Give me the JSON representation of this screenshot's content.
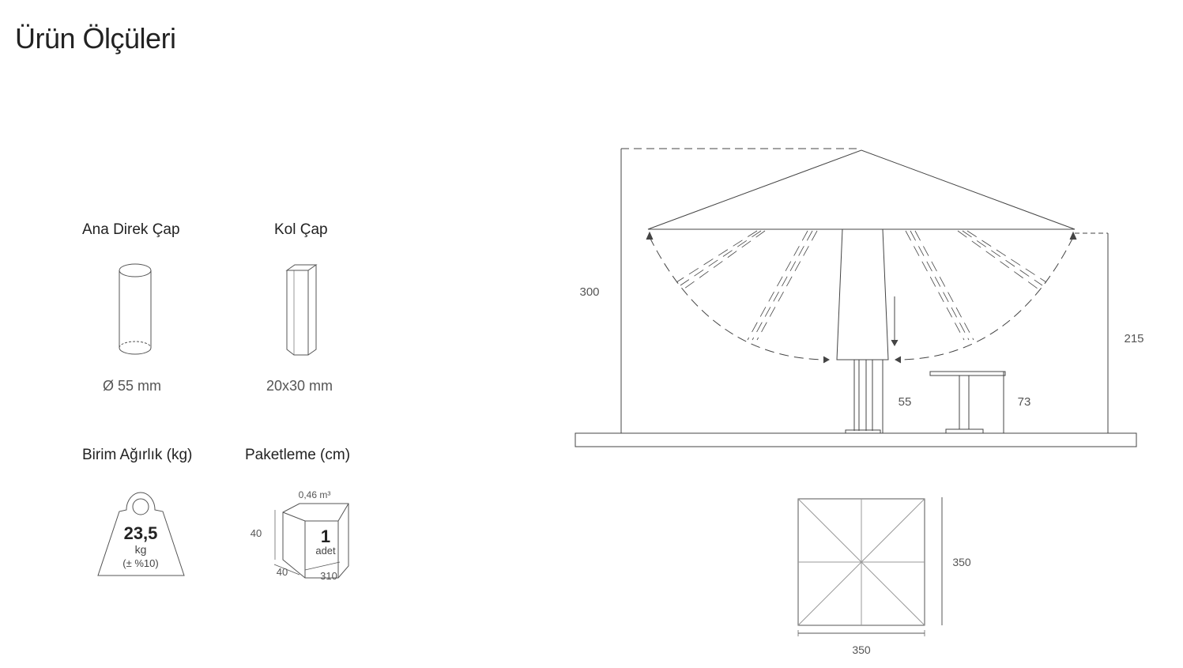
{
  "page": {
    "title": "Ürün Ölçüleri"
  },
  "specs": {
    "pole_diameter": {
      "label": "Ana Direk Çap",
      "value": "Ø 55 mm"
    },
    "arm_diameter": {
      "label": "Kol Çap",
      "value": "20x30 mm"
    },
    "unit_weight": {
      "label": "Birim Ağırlık (kg)",
      "value": "23,5",
      "unit": "kg",
      "tolerance": "(± %10)"
    },
    "packaging": {
      "label": "Paketleme (cm)",
      "volume": "0,46 m³",
      "count": "1",
      "count_unit": "adet",
      "height": "40",
      "depth": "40",
      "length": "310"
    }
  },
  "side_view": {
    "total_height": "300",
    "canopy_edge_height": "215",
    "base_height": "55",
    "table_height": "73"
  },
  "top_view": {
    "width": "350",
    "depth": "350"
  },
  "colors": {
    "line": "#444444",
    "text": "#222222",
    "dim_text": "#555555"
  }
}
